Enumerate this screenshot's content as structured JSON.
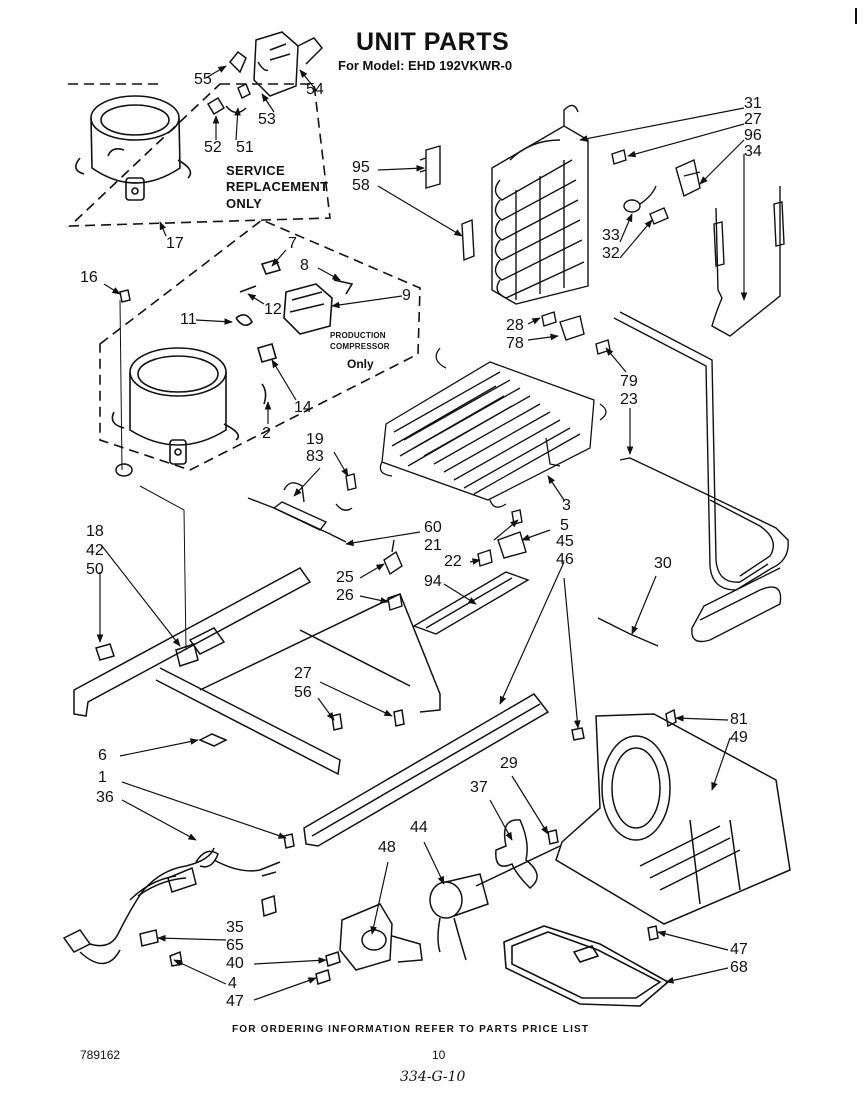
{
  "header": {
    "title": "UNIT PARTS",
    "model_line": "For Model: EHD 192VKWR-0"
  },
  "notes": {
    "service_line1": "SERVICE",
    "service_line2": "REPLACEMENT",
    "service_line3": "ONLY",
    "production_line1": "PRODUCTION",
    "production_line2": "COMPRESSOR",
    "production_line3": "Only"
  },
  "callouts": {
    "c55": "55",
    "c54": "54",
    "c53": "53",
    "c52": "52",
    "c51": "51",
    "c17": "17",
    "c31": "31",
    "c27a": "27",
    "c96": "96",
    "c34": "34",
    "c95": "95",
    "c58": "58",
    "c33": "33",
    "c32": "32",
    "c16": "16",
    "c7": "7",
    "c8": "8",
    "c9": "9",
    "c12": "12",
    "c11": "11",
    "c14": "14",
    "c2": "2",
    "c28": "28",
    "c78": "78",
    "c79": "79",
    "c23": "23",
    "c19": "19",
    "c83": "83",
    "c3": "3",
    "c18": "18",
    "c42": "42",
    "c50": "50",
    "c60": "60",
    "c21": "21",
    "c5": "5",
    "c22": "22",
    "c45": "45",
    "c46": "46",
    "c25": "25",
    "c26": "26",
    "c94": "94",
    "c30": "30",
    "c27b": "27",
    "c56": "56",
    "c6": "6",
    "c1": "1",
    "c36": "36",
    "c29": "29",
    "c37": "37",
    "c44": "44",
    "c48": "48",
    "c81": "81",
    "c49": "49",
    "c35": "35",
    "c65": "65",
    "c40": "40",
    "c4": "4",
    "c47a": "47",
    "c47b": "47",
    "c68": "68"
  },
  "footer": {
    "ordering_info": "FOR ORDERING INFORMATION REFER TO PARTS PRICE LIST",
    "doc_number": "789162",
    "page_number": "10",
    "handwritten_note": "334-G-10"
  }
}
